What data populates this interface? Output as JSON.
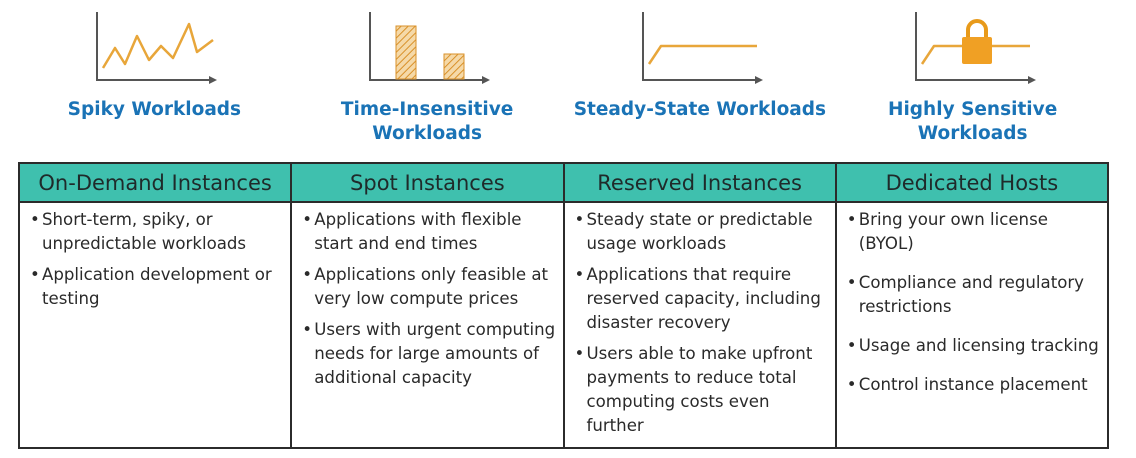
{
  "colors": {
    "header_bg": "#3fc0ae",
    "title_blue": "#1a73b6",
    "icon_line": "#e8a63a",
    "axis": "#555555"
  },
  "workloads": [
    {
      "title": "Spiky Workloads",
      "icon": "spiky-line-chart-icon"
    },
    {
      "title": "Time-Insensitive\nWorkloads",
      "icon": "bar-chart-icon"
    },
    {
      "title": "Steady-State Workloads",
      "icon": "steady-line-chart-icon"
    },
    {
      "title": "Highly Sensitive\nWorkloads",
      "icon": "locked-line-chart-icon"
    }
  ],
  "columns": [
    {
      "header": "On-Demand Instances",
      "items": [
        "Short-term, spiky, or unpredictable workloads",
        "Application development or testing"
      ]
    },
    {
      "header": "Spot Instances",
      "items": [
        "Applications with flexible start and end times",
        "Applications only feasible at very low compute prices",
        "Users with urgent computing needs for large amounts of additional capacity"
      ]
    },
    {
      "header": "Reserved Instances",
      "items": [
        "Steady state or predictable usage workloads",
        "Applications that require reserved capacity, including disaster recovery",
        "Users able to make upfront payments to reduce total computing costs even further"
      ]
    },
    {
      "header": "Dedicated Hosts",
      "items": [
        "Bring your own license (BYOL)",
        "Compliance and regulatory restrictions",
        "Usage and licensing tracking",
        "Control instance placement"
      ]
    }
  ]
}
